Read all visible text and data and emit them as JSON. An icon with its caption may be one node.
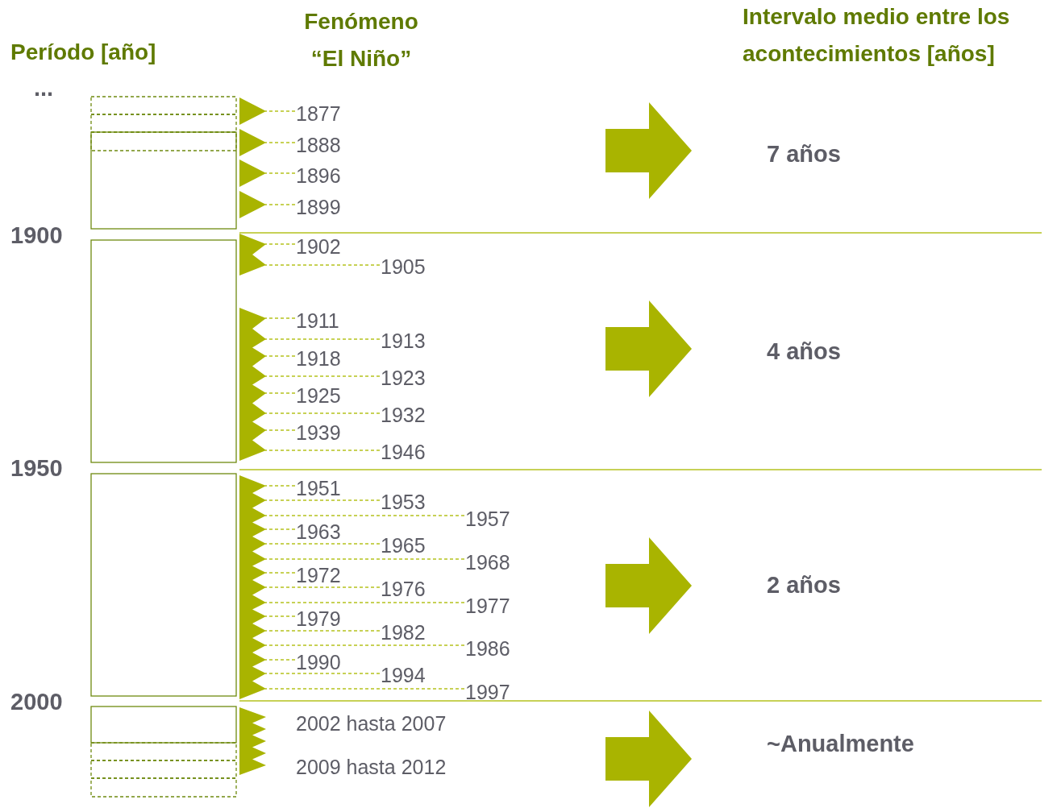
{
  "diagram": {
    "nodes": [
      {
        "text": [
          "1877"
        ]
      },
      {
        "text": [
          "1888"
        ]
      },
      {
        "text": [
          "1896"
        ]
      },
      {
        "text": [
          "1899"
        ]
      },
      {
        "text": [
          "1902"
        ]
      },
      {
        "text": [
          "1905"
        ]
      },
      {
        "text": [
          "1911"
        ]
      },
      {
        "text": [
          "1913"
        ]
      },
      {
        "text": [
          "1918"
        ]
      },
      {
        "text": [
          "1923"
        ]
      },
      {
        "text": [
          "1925"
        ]
      },
      {
        "text": [
          "1932"
        ]
      },
      {
        "text": [
          "1939"
        ]
      },
      {
        "text": [
          "1946"
        ]
      },
      {
        "text": [
          "1951"
        ]
      },
      {
        "text": [
          "1953"
        ]
      },
      {
        "text": [
          "1957"
        ]
      },
      {
        "text": [
          "1963"
        ]
      },
      {
        "text": [
          "1965"
        ]
      },
      {
        "text": [
          "1968"
        ]
      },
      {
        "text": [
          "1972"
        ]
      },
      {
        "text": [
          "1976"
        ]
      },
      {
        "text": [
          "1977"
        ]
      },
      {
        "text": [
          "1979"
        ]
      },
      {
        "text": [
          "1982"
        ]
      },
      {
        "text": [
          "1986"
        ]
      },
      {
        "text": [
          "1990"
        ]
      },
      {
        "text": [
          "1994"
        ]
      },
      {
        "text": [
          "1997"
        ]
      },
      {
        "text": [],
        "shape": "triangle"
      },
      {
        "text": [],
        "shape": "triangle"
      },
      {
        "text": [],
        "shape": "triangle"
      },
      {
        "text": [],
        "shape": "triangle"
      },
      {
        "text": [],
        "shape": "triangle"
      },
      {
        "text": [],
        "shape": "triangle"
      },
      {
        "text": [],
        "shape": "triangle"
      },
      {
        "text": [],
        "shape": "triangle"
      }
    ],
    "edges": [
      {
        "from": 0,
        "to": 29,
        "arrow": "none",
        "style": "dashed"
      },
      {
        "from": 1,
        "to": 30,
        "arrow": "none",
        "style": "dashed"
      },
      {
        "from": 2,
        "to": 31,
        "arrow": "none",
        "style": "dashed"
      },
      {
        "from": 3,
        "to": 32,
        "arrow": "none",
        "style": "dashed"
      },
      {
        "from": 4,
        "to": 33,
        "arrow": "none",
        "style": "dashed"
      },
      {
        "from": 5,
        "to": 33,
        "arrow": "none",
        "style": "dashed"
      },
      {
        "from": 6,
        "to": 34,
        "arrow": "none",
        "style": "dashed"
      },
      {
        "from": 7,
        "to": 34,
        "arrow": "none",
        "style": "dashed"
      },
      {
        "from": 8,
        "to": 34,
        "arrow": "none",
        "style": "dashed"
      },
      {
        "from": 9,
        "to": 34,
        "arrow": "none",
        "style": "dashed"
      },
      {
        "from": 10,
        "to": 34,
        "arrow": "none",
        "style": "dashed"
      },
      {
        "from": 11,
        "to": 34,
        "arrow": "none",
        "style": "dashed"
      },
      {
        "from": 12,
        "to": 34,
        "arrow": "none",
        "style": "dashed"
      },
      {
        "from": 13,
        "to": 34,
        "arrow": "none",
        "style": "dashed"
      },
      {
        "from": 14,
        "to": 35,
        "arrow": "none",
        "style": "dashed"
      },
      {
        "from": 15,
        "to": 35,
        "arrow": "none",
        "style": "dashed"
      },
      {
        "from": 16,
        "to": 35,
        "arrow": "none",
        "style": "dashed"
      },
      {
        "from": 17,
        "to": 35,
        "arrow": "none",
        "style": "dashed"
      },
      {
        "from": 18,
        "to": 35,
        "arrow": "none",
        "style": "dashed"
      },
      {
        "from": 19,
        "to": 35,
        "arrow": "none",
        "style": "dashed"
      },
      {
        "from": 20,
        "to": 35,
        "arrow": "none",
        "style": "dashed"
      },
      {
        "from": 21,
        "to": 35,
        "arrow": "none",
        "style": "dashed"
      },
      {
        "from": 22,
        "to": 35,
        "arrow": "none",
        "style": "dashed"
      },
      {
        "from": 23,
        "to": 35,
        "arrow": "none",
        "style": "dashed"
      },
      {
        "from": 24,
        "to": 35,
        "arrow": "none",
        "style": "dashed"
      },
      {
        "from": 25,
        "to": 35,
        "arrow": "none",
        "style": "dashed"
      },
      {
        "from": 26,
        "to": 35,
        "arrow": "none",
        "style": "dashed"
      },
      {
        "from": 27,
        "to": 35,
        "arrow": "none",
        "style": "dashed"
      },
      {
        "from": 28,
        "to": 35,
        "arrow": "none",
        "style": "dashed"
      }
    ],
    "labels": [
      "Período [año]",
      "Fenómeno “El Niño”",
      "Intervalo medio entre los acontecimientos [años]",
      "...",
      "7 años",
      "1900",
      "4 años",
      "1950",
      "2 años",
      "2000",
      "2002 hasta 2007",
      "~Anualmente",
      "2009 hasta 2012"
    ]
  }
}
